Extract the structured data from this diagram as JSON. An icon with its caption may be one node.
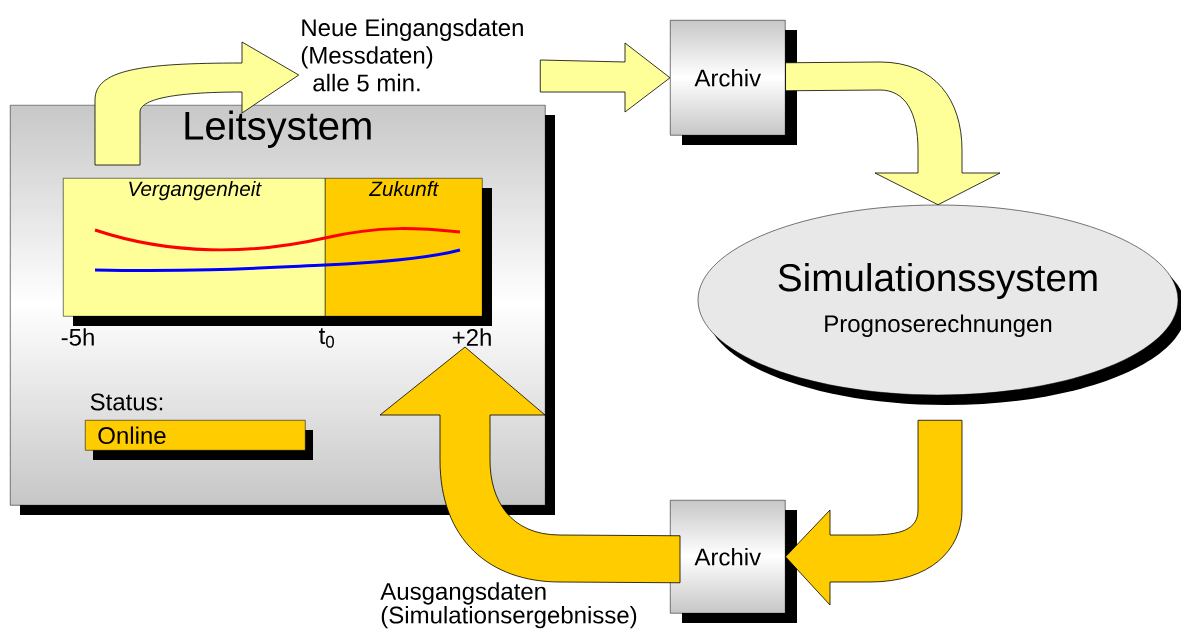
{
  "diagram": {
    "nodes": [
      {
        "text": [
          "Leitsystem"
        ]
      },
      {
        "text": [
          "Vergangenheit"
        ],
        "in": 0
      },
      {
        "text": [
          "Zukunft"
        ],
        "in": 0
      },
      {
        "text": [
          "Online"
        ],
        "in": 0,
        "beside": [
          "Status:"
        ]
      },
      {
        "text": [
          "Neue Eingangsdaten (Messdaten) alle 5 min."
        ]
      },
      {
        "text": [
          "Archiv"
        ]
      },
      {
        "text": [
          "Simulationssystem",
          "Prognoserechnungen"
        ]
      },
      {
        "text": [
          "Archiv"
        ]
      }
    ],
    "edges": [
      {
        "from": 0,
        "to": 4,
        "arrow": "to"
      },
      {
        "from": 4,
        "to": 5,
        "arrow": "to"
      },
      {
        "from": 5,
        "to": 6,
        "arrow": "to"
      },
      {
        "from": 6,
        "to": 7,
        "arrow": "to",
        "color": "#ffcc00"
      },
      {
        "from": 7,
        "to": 0,
        "arrow": "to",
        "color": "#ffcc00",
        "label": "Ausgangsdaten (Simulationsergebnisse)"
      }
    ],
    "labels": [
      "-5h",
      "t$_{0}$",
      "+2h"
    ]
  }
}
